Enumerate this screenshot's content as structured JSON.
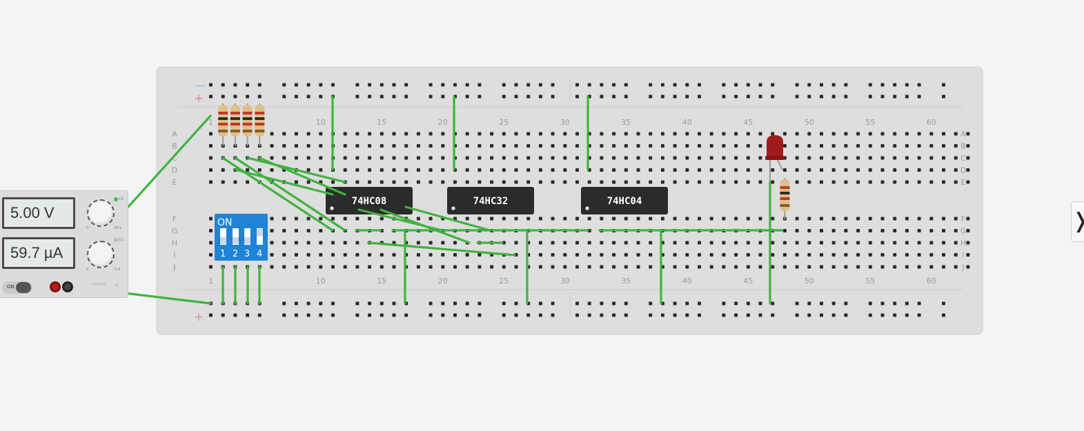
{
  "power_supply": {
    "voltage_display": "5.00 V",
    "current_display": "59.7 µA",
    "power_switch_label": "ON",
    "voltage_knob_max": "30 V",
    "voltage_knob_min": "0",
    "current_knob_max": "5 A",
    "current_knob_min": "0",
    "cv_label": "CV",
    "cc_label": "CC",
    "brand_label": "VOLTAGE",
    "indicator_colors": {
      "cv": "#3cbf3c",
      "cc": "#bdbdbd"
    },
    "terminal_colors": {
      "positive": "#b81f1f",
      "negative": "#333333"
    }
  },
  "breadboard": {
    "rail_minus_symbol": "—",
    "rail_plus_symbol": "+",
    "column_numbers": [
      "1",
      "10",
      "15",
      "20",
      "25",
      "30",
      "35",
      "40",
      "45",
      "50",
      "55",
      "60"
    ],
    "row_letters_top": [
      "A",
      "B",
      "C",
      "D",
      "E"
    ],
    "row_letters_bottom": [
      "F",
      "G",
      "H",
      "I",
      "J"
    ]
  },
  "chips": [
    {
      "label": "74HC08"
    },
    {
      "label": "74HC32"
    },
    {
      "label": "74HC04"
    }
  ],
  "dip_switch": {
    "on_label": "ON",
    "switch_numbers": [
      "1",
      "2",
      "3",
      "4"
    ],
    "color": "#1f83d6"
  },
  "components": {
    "led_color": "#a01c1c",
    "wire_color": "#3fb33f"
  },
  "sidebar_toggle": {
    "icon": "chevron-right-icon",
    "glyph": "❭"
  }
}
